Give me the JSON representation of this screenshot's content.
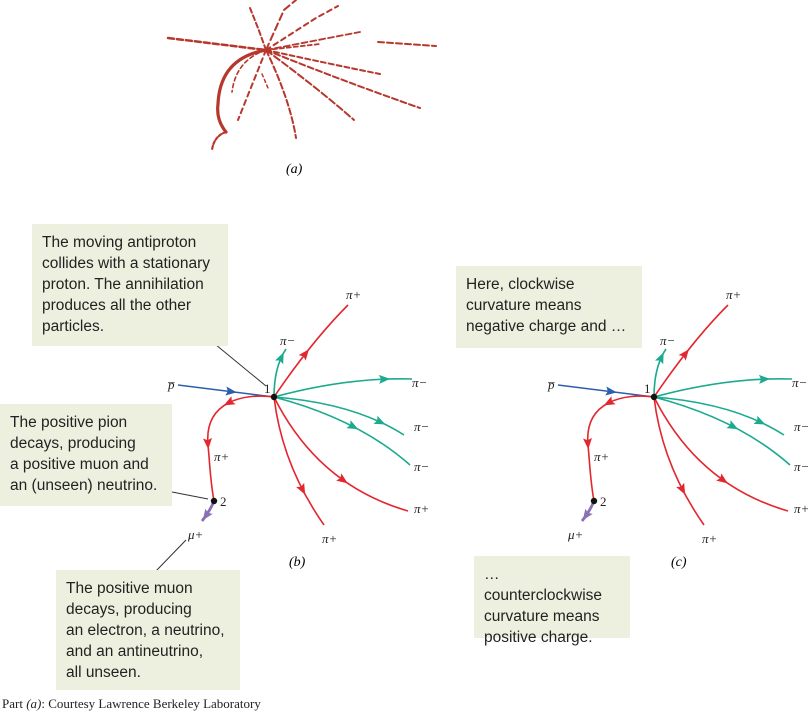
{
  "colors": {
    "antiproton": "#2b5fae",
    "positive": "#e32730",
    "negative": "#1aaa8e",
    "muon": "#8a70b4",
    "photo_track": "#b7372d",
    "callout_bg": "#eef0df"
  },
  "panel_a": {
    "label": "(a)"
  },
  "panel_b": {
    "label": "(b)",
    "particles": {
      "antiproton": "p̅",
      "pi_minus_top": "π−",
      "pi_plus_top": "π+",
      "pi_minus_right1": "π−",
      "pi_minus_right2": "π−",
      "pi_minus_right3": "π−",
      "pi_plus_right": "π+",
      "pi_plus_bottom": "π+",
      "pi_plus_curl": "π+",
      "mu_plus": "μ+"
    },
    "vertex_1": "1",
    "vertex_2": "2"
  },
  "panel_c": {
    "label": "(c)",
    "particles": {
      "antiproton": "p̅",
      "pi_minus_top": "π−",
      "pi_plus_top": "π+",
      "pi_minus_right1": "π−",
      "pi_minus_right2": "π−",
      "pi_minus_right3": "π−",
      "pi_plus_right": "π+",
      "pi_plus_bottom": "π+",
      "pi_plus_curl": "π+",
      "mu_plus": "μ+"
    },
    "vertex_1": "1",
    "vertex_2": "2"
  },
  "callouts": {
    "annihilation": "The moving antiproton\ncollides with a stationary\nproton. The annihilation\nproduces all the other\nparticles.",
    "pion_decay": "The positive pion\ndecays, producing\na positive muon and\nan (unseen) neutrino.",
    "muon_decay": "The positive muon\ndecays, producing\nan electron, a neutrino,\nand an antineutrino,\nall unseen.",
    "clockwise": "Here, clockwise\ncurvature means\nnegative charge and …",
    "counterclockwise": "… counterclockwise\ncurvature means\npositive charge."
  },
  "credit": {
    "part": "Part ",
    "label": "(a)",
    "text": ": Courtesy Lawrence Berkeley Laboratory"
  }
}
